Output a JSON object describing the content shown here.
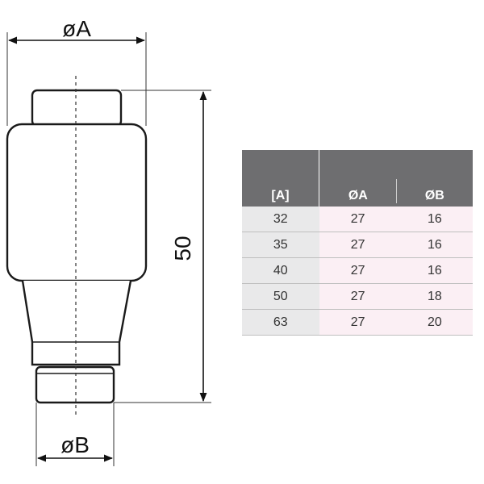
{
  "diagram": {
    "dim_a_label": "øA",
    "dim_b_label": "øB",
    "height_label": "50"
  },
  "table": {
    "headers": [
      "[A]",
      "ØA",
      "ØB"
    ],
    "rows": [
      [
        "32",
        "27",
        "16"
      ],
      [
        "35",
        "27",
        "16"
      ],
      [
        "40",
        "27",
        "16"
      ],
      [
        "50",
        "27",
        "18"
      ],
      [
        "63",
        "27",
        "20"
      ]
    ]
  }
}
